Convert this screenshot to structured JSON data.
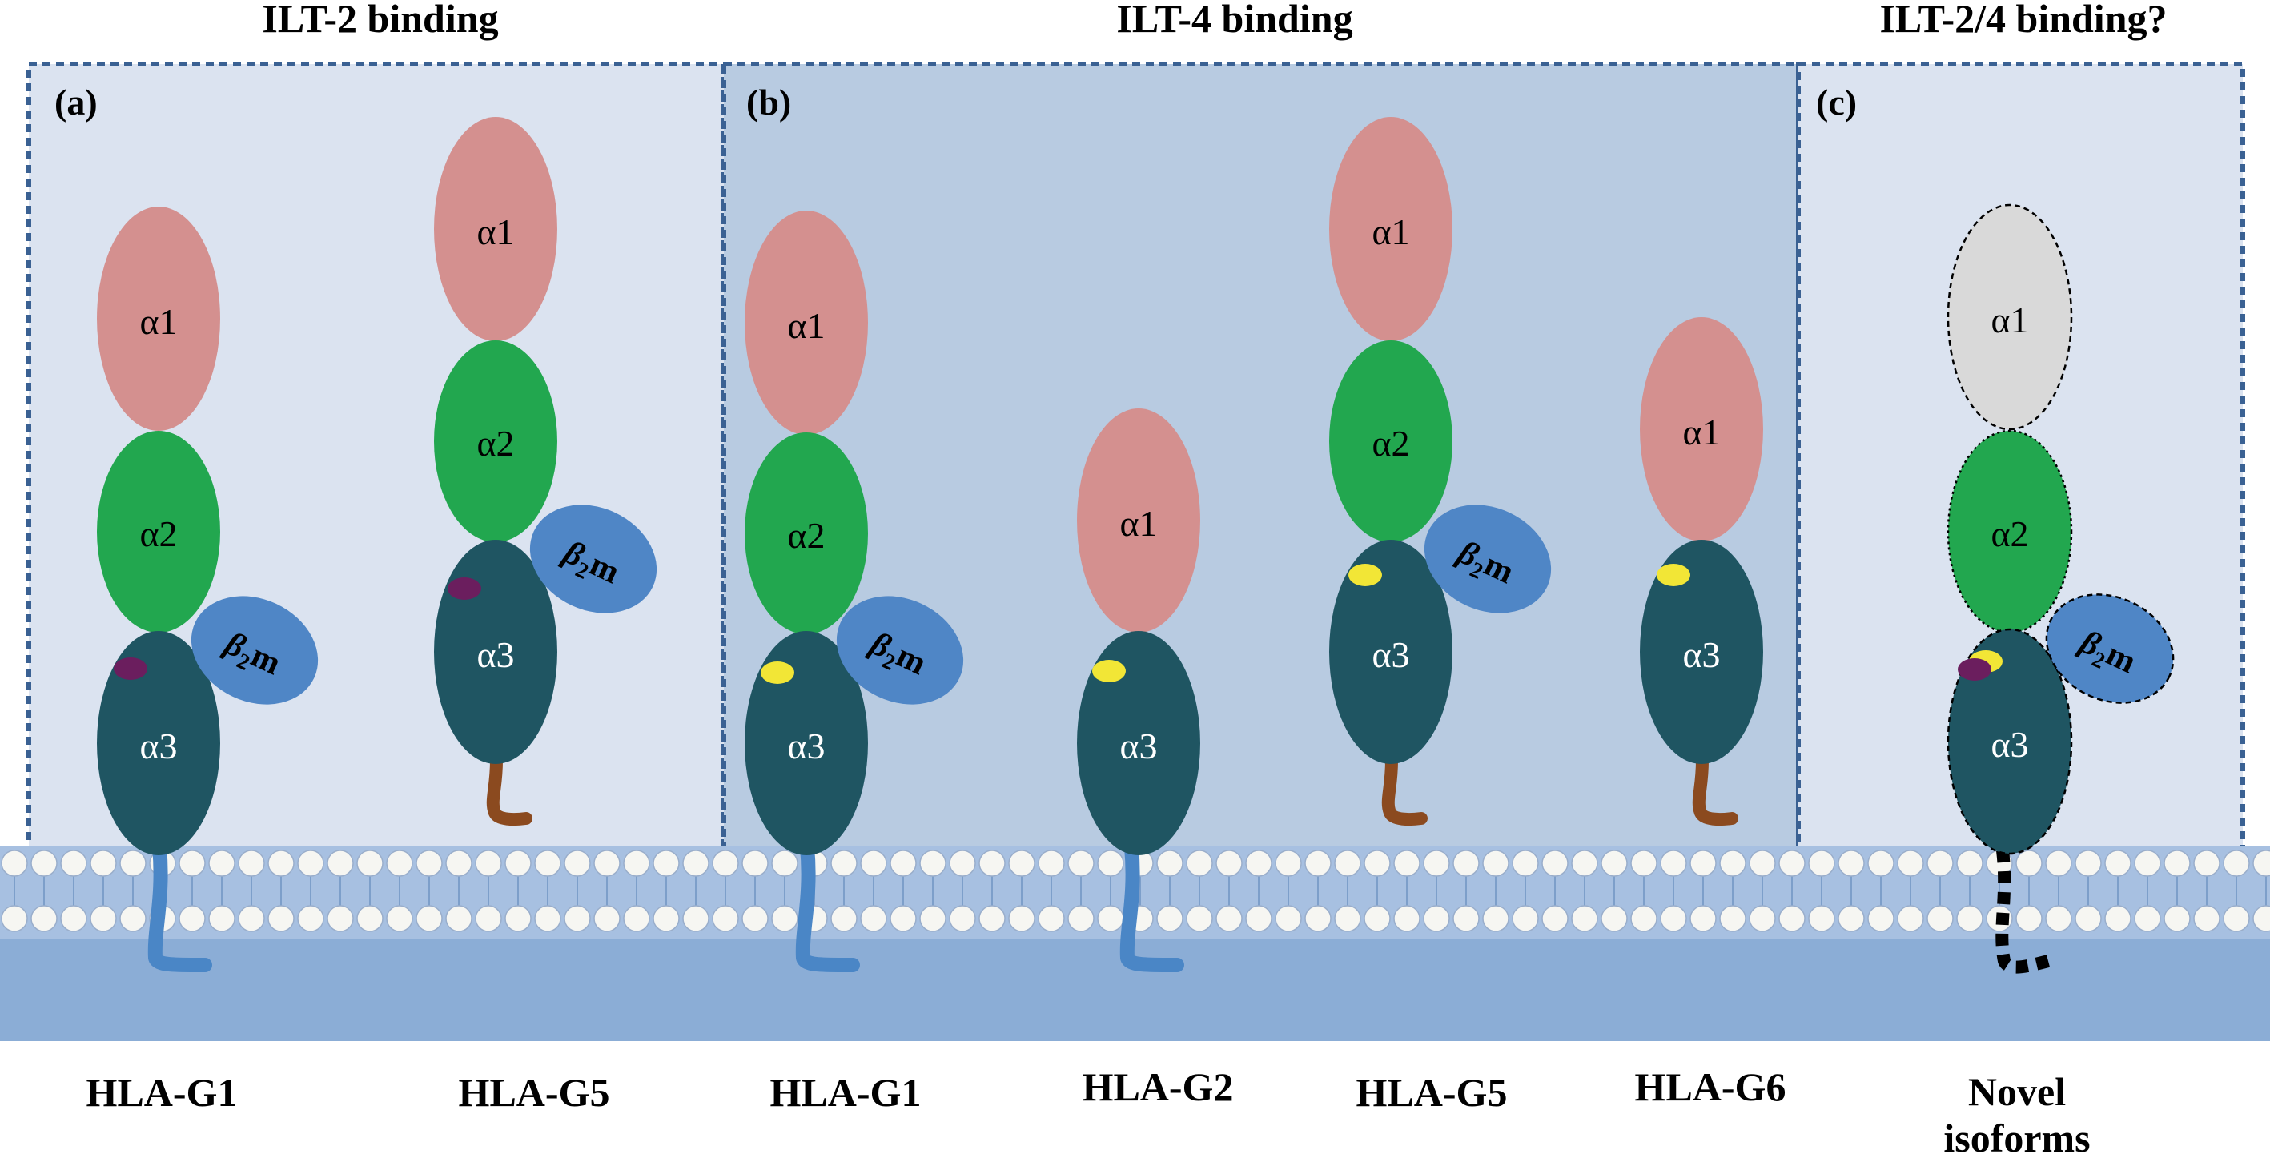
{
  "headers": {
    "ilt2": "ILT-2 binding",
    "ilt4": "ILT-4 binding",
    "ilt24": "ILT-2/4 binding?"
  },
  "panels": {
    "a": "(a)",
    "b": "(b)",
    "c": "(c)"
  },
  "domains": {
    "a1": "α1",
    "a2": "α2",
    "a3": "α3",
    "b2m_beta": "β",
    "b2m_sub": "2",
    "b2m_m": "m"
  },
  "isoforms": {
    "g1_a": "HLA-G1",
    "g5_a": "HLA-G5",
    "g1_b": "HLA-G1",
    "g2_b": "HLA-G2",
    "g5_b": "HLA-G5",
    "g6_b": "HLA-G6",
    "novel_line1": "Novel",
    "novel_line2": "isoforms"
  },
  "colors": {
    "alpha1": "#d4908f",
    "alpha1_novel": "#d9d9d9",
    "alpha2": "#22a74f",
    "alpha3": "#1f5562",
    "b2m": "#4f86c6",
    "tail_membrane": "#4a86c6",
    "tail_soluble": "#8b4a1f",
    "binding_site_ilt2": "#6b1e5e",
    "binding_site_ilt4": "#f2e636",
    "panel_light": "#dbe3f0",
    "panel_mid": "#b8cbe1",
    "border": "#3a6193",
    "membrane": "#8badd6"
  }
}
